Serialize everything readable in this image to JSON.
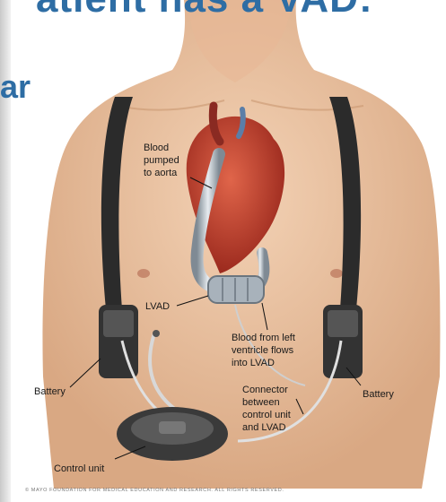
{
  "slide": {
    "title_line1": "atient has a VAD:",
    "title_line2": "ar"
  },
  "labels": {
    "blood_to_aorta": [
      "Blood",
      "pumped",
      "to aorta"
    ],
    "lvad": "LVAD",
    "blood_from_ventricle": [
      "Blood from left",
      "ventricle flows",
      "into LVAD"
    ],
    "battery_left": "Battery",
    "battery_right": "Battery",
    "connector": [
      "Connector",
      "between",
      "control unit",
      "and LVAD"
    ],
    "control_unit": "Control unit"
  },
  "copyright": "© MAYO FOUNDATION FOR MEDICAL EDUCATION AND RESEARCH. ALL RIGHTS RESERVED.",
  "colors": {
    "title": "#2e6da4",
    "skin": "#ecc4a2",
    "strap": "#2b2b2b"
  }
}
